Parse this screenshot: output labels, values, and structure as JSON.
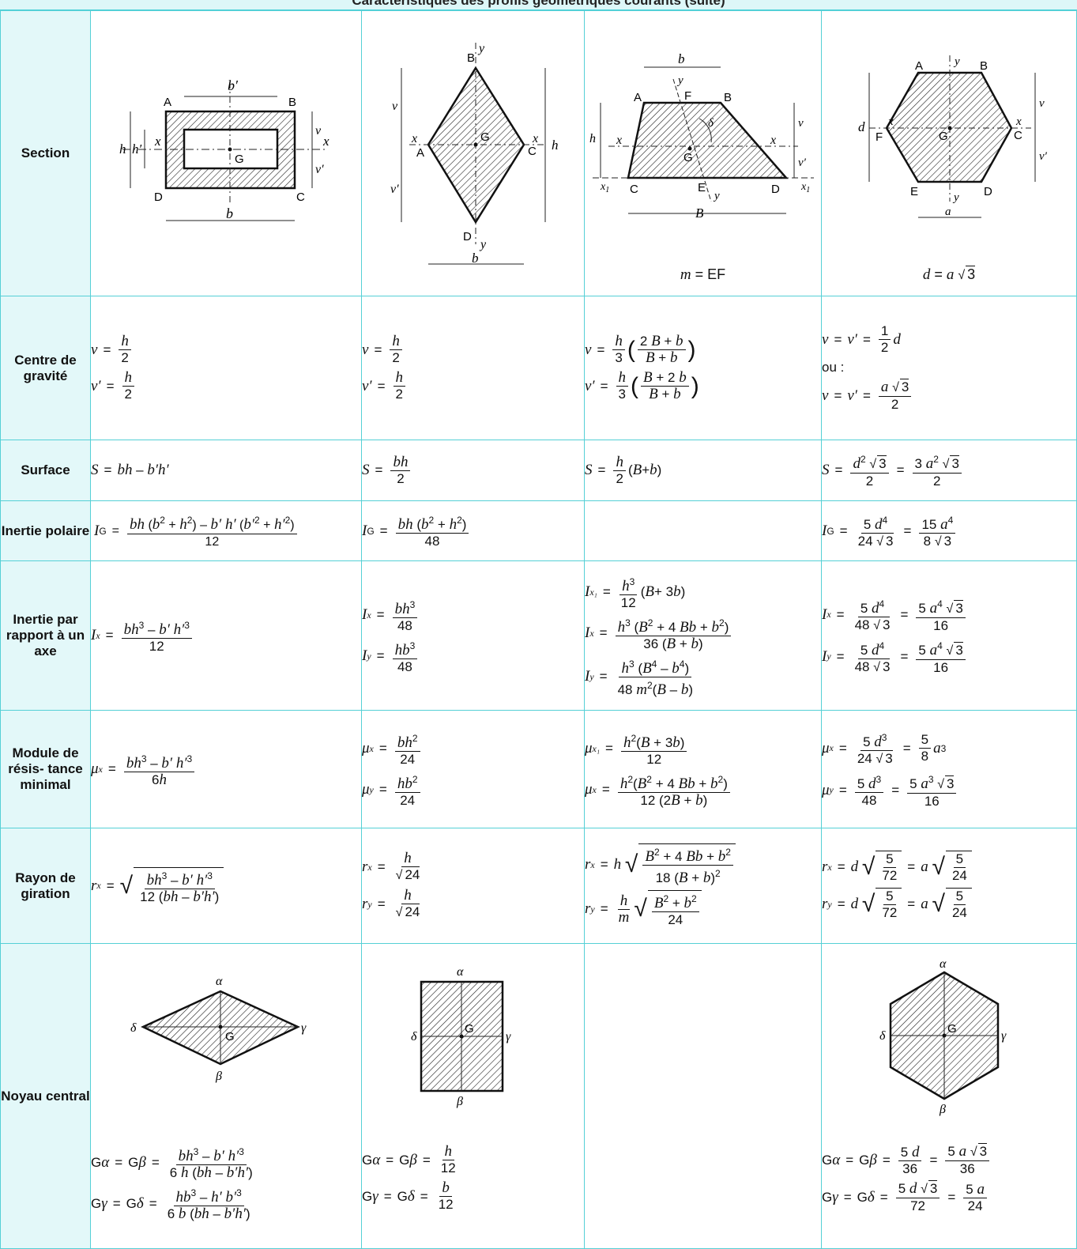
{
  "title": "Caractéristiques des profils géométriques courants (suite)",
  "rows": {
    "section": "Section",
    "centre": "Centre de gravité",
    "surface": "Surface",
    "inertie_polaire": "Inertie polaire",
    "inertie_axe": "Inertie par rapport à un axe",
    "module": "Module de résis- tance minimal",
    "rayon": "Rayon de giration",
    "noyau": "Noyau central"
  },
  "captions": {
    "trapeze": "m = EF",
    "hexagone": "d = a √3"
  },
  "text": {
    "ou": "ou :"
  },
  "colors": {
    "grid_line": "#55d0d6",
    "header_fill": "#e3f8f9",
    "title_fill": "#ddf7f8"
  }
}
